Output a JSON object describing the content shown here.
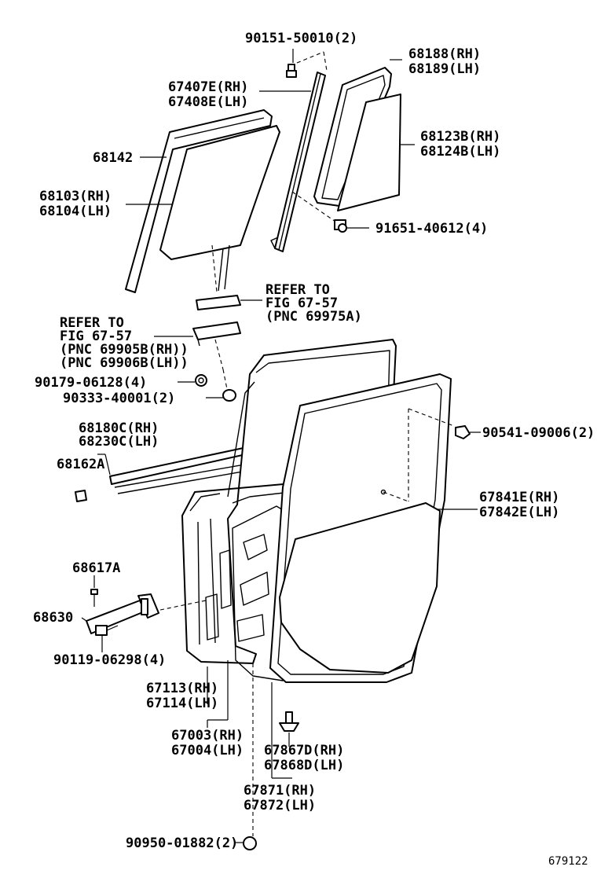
{
  "labels": {
    "l_90151": "90151-50010(2)",
    "l_68188": "68188(RH)",
    "l_68189": "68189(LH)",
    "l_67407": "67407E(RH)",
    "l_67408": "67408E(LH)",
    "l_68142": "68142",
    "l_68123": "68123B(RH)",
    "l_68124": "68124B(LH)",
    "l_68103": "68103(RH)",
    "l_68104": "68104(LH)",
    "l_91651": "91651-40612(4)",
    "refer1_a": "REFER TO",
    "refer1_b": "FIG 67-57",
    "refer1_c": "(PNC 69975A)",
    "refer2_a": "REFER TO",
    "refer2_b": "FIG 67-57",
    "refer2_c": "(PNC 69905B(RH))",
    "refer2_d": "(PNC 69906B(LH))",
    "l_90179": "90179-06128(4)",
    "l_90333": "90333-40001(2)",
    "l_68180": "68180C(RH)",
    "l_68230": "68230C(LH)",
    "l_90541": "90541-09006(2)",
    "l_68162": "68162A",
    "l_67841": "67841E(RH)",
    "l_67842": "67842E(LH)",
    "l_68617": "68617A",
    "l_68630": "68630",
    "l_90119": "90119-06298(4)",
    "l_67113": "67113(RH)",
    "l_67114": "67114(LH)",
    "l_67003": "67003(RH)",
    "l_67004": "67004(LH)",
    "l_67867": "67867D(RH)",
    "l_67868": "67868D(LH)",
    "l_67871": "67871(RH)",
    "l_67872": "67872(LH)",
    "l_90950": "90950-01882(2)",
    "figure_id": "679122"
  }
}
